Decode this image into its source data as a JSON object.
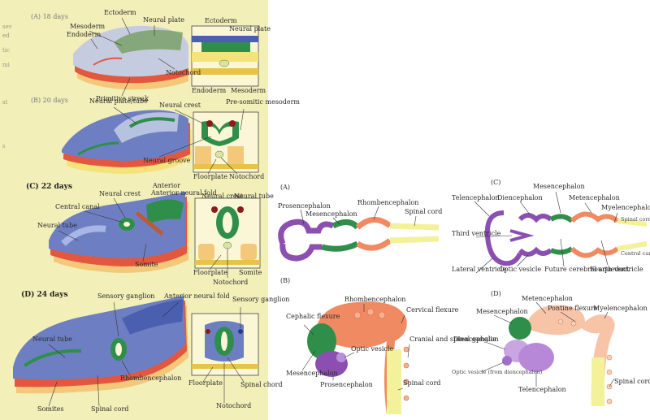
{
  "left_page": {
    "edge_text": [
      "sev",
      "ed",
      "tic",
      "mi",
      "st",
      "s"
    ],
    "panel_a": {
      "title": "(A)  18 days",
      "labels": {
        "ectoderm": "Ectoderm",
        "neural_plate": "Neural plate",
        "mesoderm": "Mesoderm",
        "endoderm": "Endoderm",
        "primitive_streak": "Primitive streak",
        "notochord": "Notochord",
        "detail_ectoderm": "Ectoderm",
        "detail_neural_plate": "Neural plate",
        "detail_endoderm": "Endoderm",
        "detail_mesoderm": "Mesoderm"
      }
    },
    "panel_b": {
      "title": "(B)  20 days",
      "labels": {
        "neural_plate_tube": "Neural plate/tube",
        "neural_crest": "Neural crest",
        "presomitic_mesoderm": "Pre-somitic mesoderm",
        "neural_groove": "Neural groove",
        "floorplate": "Floorplate",
        "notochord": "Notochord"
      }
    },
    "panel_c": {
      "title": "(C)  22 days",
      "labels": {
        "anterior_neural_fold": "Anterior neural fold",
        "neural_crest": "Neural crest",
        "central_canal": "Central canal",
        "neural_tube": "Neural tube",
        "somite": "Somite",
        "detail_neural_crest": "Neural crest",
        "detail_neural_tube": "Neural tube",
        "floorplate": "Floorplate",
        "detail_somite": "Somite",
        "notochord": "Notochord"
      }
    },
    "panel_d": {
      "title": "(D)  24 days",
      "labels": {
        "sensory_ganglion": "Sensory ganglion",
        "anterior_neural_fold": "Anterior neural fold",
        "detail_sensory_ganglion": "Sensory ganglion",
        "neural_tube": "Neural tube",
        "rhombencephalon": "Rhombencephalon",
        "somites": "Somites",
        "spinal_cord": "Spinal cord",
        "floorplate": "Floorplate",
        "spinal_chord": "Spinal chord",
        "notochord": "Notochord"
      }
    }
  },
  "right_page": {
    "panel_a": {
      "title": "(A)",
      "labels": {
        "prosencephalon": "Prosencephalon",
        "mesencephalon": "Mesencephalon",
        "rhombencephalon": "Rhombencephalon",
        "spinal_cord": "Spinal cord"
      }
    },
    "panel_b": {
      "title": "(B)",
      "labels": {
        "rhombencephalon": "Rhombencephalon",
        "cephalic_flexure": "Cephalic flexure",
        "cervical_flexure": "Cervical flexure",
        "optic_vesicle": "Optic vesicle",
        "cranial_spinal_ganglia": "Cranial and spinal ganglia",
        "mesencephalon": "Mesencephalon",
        "prosencephalon": "Prosencephalon",
        "spinal_cord": "Spinal cord"
      }
    },
    "panel_c": {
      "title": "(C)",
      "labels": {
        "telencephalon": "Telencephalon",
        "diencephalon": "Diencephalon",
        "mesencephalon": "Mesencephalon",
        "metencephalon": "Metencephalon",
        "myelencephalon": "Myelencephalon",
        "spinal_cord": "Spinal cord",
        "third_ventricle": "Third ventricle",
        "central_canal": "Central canal",
        "lateral_ventricle": "Lateral ventricle",
        "optic_vesicle": "Optic vesicle",
        "future_aqueduct": "Future cerebral aqueduct",
        "fourth_ventricle": "Fourth ventricle"
      }
    },
    "panel_d": {
      "title": "(D)",
      "labels": {
        "metencephalon": "Metencephalon",
        "pontine_flexure": "Pontine flexure",
        "mesencephalon": "Mesencephalon",
        "myelencephalon": "Myelencephalon",
        "diencephalon": "Diencephalon",
        "optic_vesicle": "Optic vesicle (from diencephalon)",
        "telencephalon": "Telencephalon",
        "spinal_cord": "Spinal cord"
      }
    }
  },
  "colors": {
    "page_left": "#f2efb9",
    "neural_green": "#2f8f4a",
    "tissue_blue": "#6d7fc2",
    "mesoderm_red": "#e3573f",
    "yolk": "#f4e27a",
    "prosencephalon_purple": "#8a4fb0",
    "rhombencephalon_orange": "#f08a62",
    "spinal_yellow": "#f3f29a"
  }
}
